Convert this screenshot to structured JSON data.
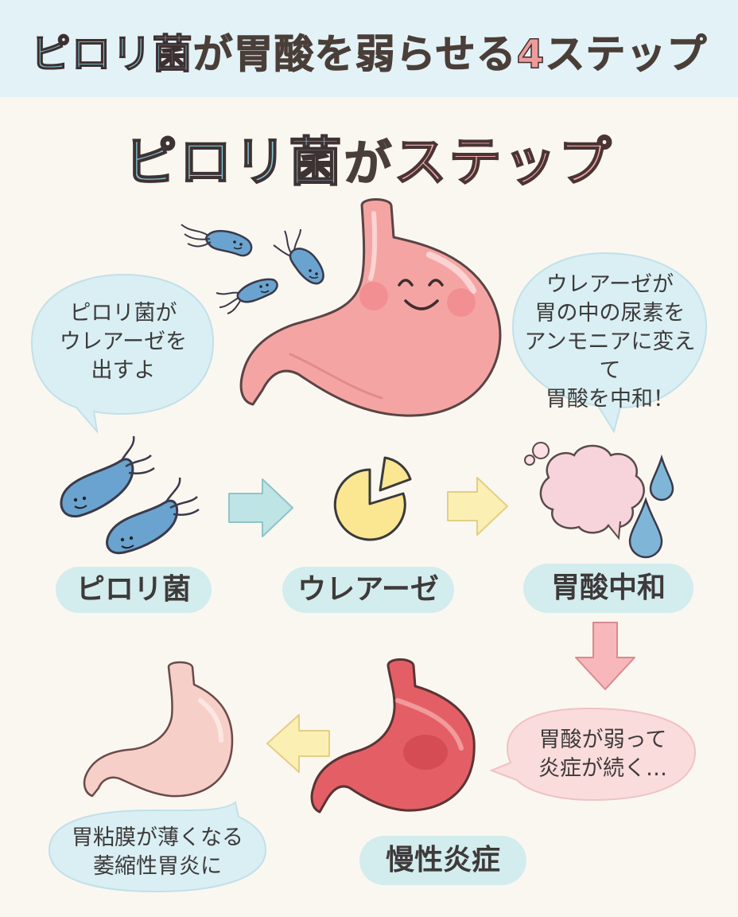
{
  "header": {
    "title_part1": "ピロリ",
    "title_part2": "菌",
    "title_part3": "が胃酸を弱らせる",
    "title_number": "4",
    "title_part4": "ステップ"
  },
  "subtitle": {
    "part1": "ピロリ",
    "part2": "菌",
    "part3": "が",
    "part4": "ステップ"
  },
  "bubbles": {
    "left": "ピロリ菌が\nウレアーゼを\n出すよ",
    "right": "ウレアーゼが\n胃の中の尿素を\nアンモニアに変えて\n胃酸を中和！",
    "pink": "胃酸が弱って\n炎症が続く…",
    "bottom": "胃粘膜が薄くなる\n萎縮性胃炎に"
  },
  "steps": {
    "pylori": "ピロリ菌",
    "urease": "ウレアーゼ",
    "neutralize": "胃酸中和",
    "inflammation": "慢性炎症"
  },
  "colors": {
    "banner_bg": "#e3f2f6",
    "bubble_blue": "#d9eff4",
    "bubble_pink": "#fadcdc",
    "pill": "#d3ecee",
    "stomach_pink": "#f4a5a3",
    "bacteria_blue": "#6aa3cf",
    "urease_yellow": "#fbe691",
    "arrow_teal": "#bfe4e6",
    "arrow_yellow": "#fbefb3",
    "arrow_pink": "#f7b7bb"
  }
}
